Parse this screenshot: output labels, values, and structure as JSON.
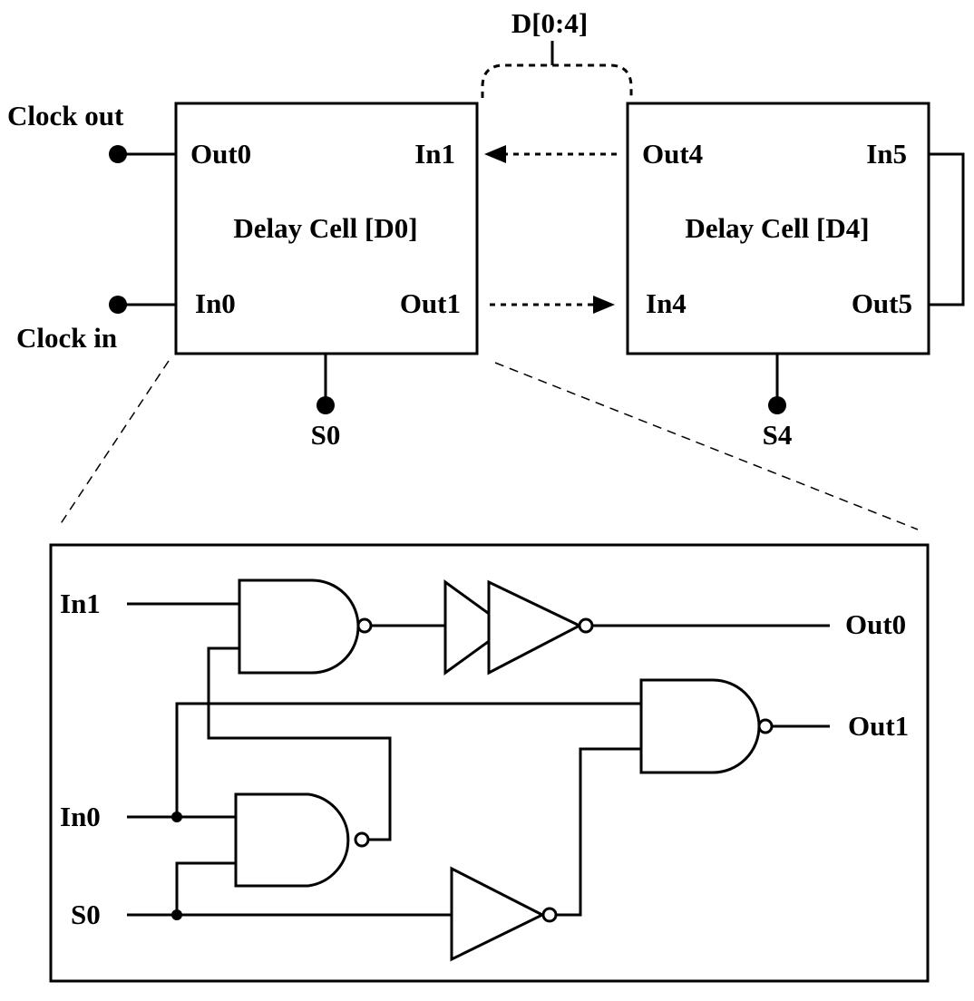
{
  "bus_label": "D[0:4]",
  "cell_d0": {
    "title": "Delay Cell [D0]",
    "out0": "Out0",
    "in1": "In1",
    "in0": "In0",
    "out1": "Out1",
    "select": "S0"
  },
  "cell_d4": {
    "title": "Delay Cell [D4]",
    "out4": "Out4",
    "in5": "In5",
    "in4": "In4",
    "out5": "Out5",
    "select": "S4"
  },
  "external": {
    "clock_out": "Clock out",
    "clock_in": "Clock in"
  },
  "detail": {
    "in1": "In1",
    "in0": "In0",
    "s0": "S0",
    "out0": "Out0",
    "out1": "Out1"
  }
}
